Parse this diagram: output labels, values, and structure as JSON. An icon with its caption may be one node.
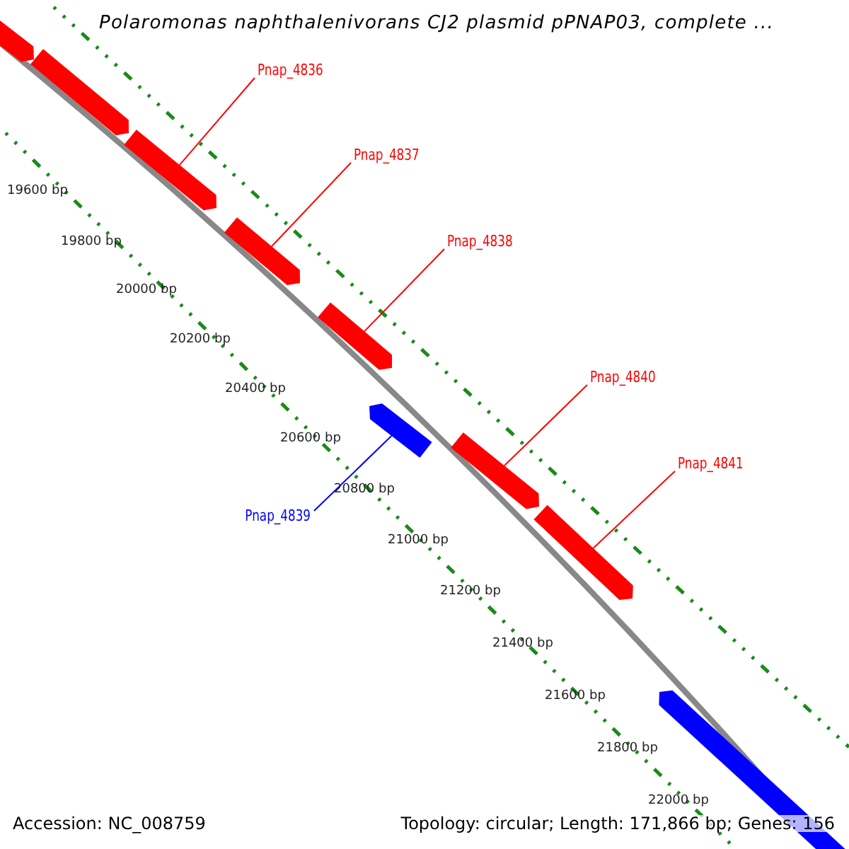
{
  "diagram": {
    "title": "Polaromonas naphthalenivorans CJ2 plasmid pPNAP03, complete ...",
    "nodes": [
      {
        "text": [],
        "shape": "bar"
      },
      {
        "text": [],
        "shape": "bar"
      },
      {
        "text": [
          "Pnap_4836"
        ]
      },
      {
        "text": [],
        "shape": "bar"
      },
      {
        "text": [
          "Pnap_4837"
        ]
      },
      {
        "text": [],
        "shape": "bar"
      },
      {
        "text": [
          "Pnap_4838"
        ]
      },
      {
        "text": [],
        "shape": "bar"
      },
      {
        "text": [
          "Pnap_4840"
        ]
      },
      {
        "text": [],
        "shape": "bar"
      },
      {
        "text": [
          "Pnap_4839"
        ]
      },
      {
        "text": [],
        "shape": "bar"
      },
      {
        "text": [
          "Pnap_4841"
        ]
      },
      {
        "text": [],
        "shape": "bar"
      },
      {
        "text": [],
        "shape": "bar"
      }
    ],
    "edges": [
      {
        "from": 2,
        "to": 3,
        "arrow": "none"
      },
      {
        "from": 4,
        "to": 5,
        "arrow": "none"
      },
      {
        "from": 6,
        "to": 7,
        "arrow": "none"
      },
      {
        "from": 8,
        "to": 11,
        "arrow": "none"
      },
      {
        "from": 10,
        "to": 9,
        "arrow": "none",
        "color": "#0000ff"
      },
      {
        "from": 12,
        "to": 13,
        "arrow": "none"
      }
    ],
    "labels": [
      "19600 bp",
      "19800 bp",
      "20000 bp",
      "20200 bp",
      "20400 bp",
      "20600 bp",
      "20800 bp",
      "21000 bp",
      "21200 bp",
      "21400 bp",
      "21600 bp",
      "21800 bp",
      "22000 bp",
      "Accession: NC_008759",
      "Topology: circular; Length: 171,866 bp; Genes: 156"
    ]
  }
}
